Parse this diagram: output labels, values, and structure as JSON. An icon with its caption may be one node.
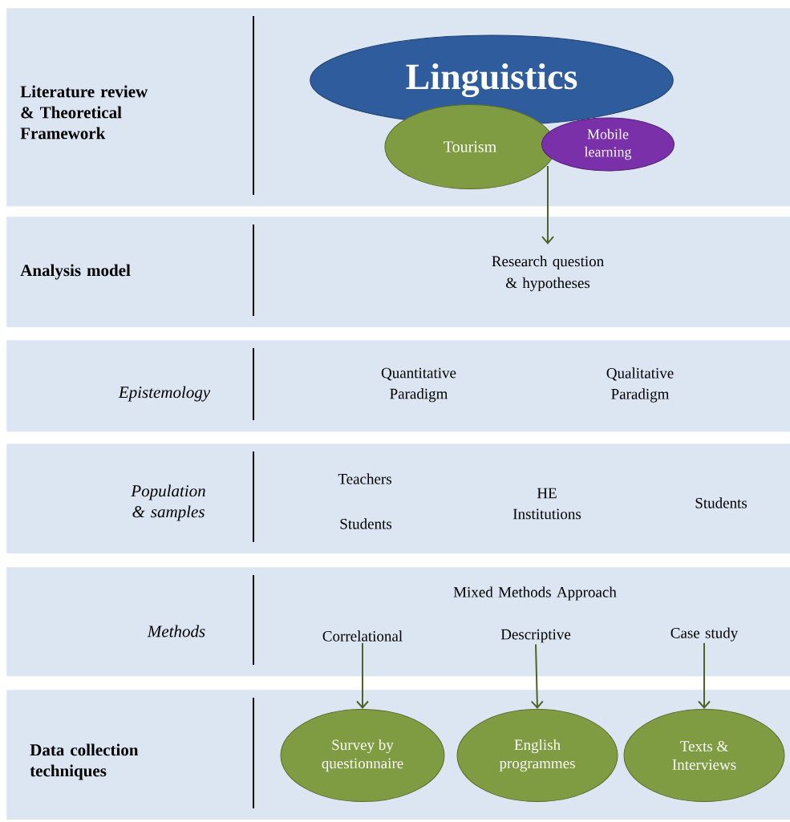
{
  "diagram": {
    "nodes": [
      {
        "text": [
          "Literature review & Theoretical Framework"
        ]
      },
      {
        "text": [
          "Linguistics"
        ],
        "in": 0
      },
      {
        "text": [
          "Tourism"
        ],
        "in": 0
      },
      {
        "text": [
          "Mobile learning"
        ],
        "in": 0
      },
      {
        "text": [
          "Analysis model"
        ]
      },
      {
        "text": [
          "Research question & hypotheses"
        ],
        "in": 4
      },
      {
        "text": [
          "Epistemology"
        ]
      },
      {
        "text": [
          "Population & samples"
        ]
      },
      {
        "text": [
          "Methods"
        ]
      },
      {
        "text": [
          "Correlational"
        ],
        "in": 8
      },
      {
        "text": [
          "Descriptive"
        ],
        "in": 8
      },
      {
        "text": [
          "Case study"
        ],
        "in": 8
      },
      {
        "text": [
          "Data collection techniques"
        ]
      },
      {
        "text": [
          "Survey by questionnaire"
        ],
        "in": 12
      },
      {
        "text": [
          "English programmes"
        ],
        "in": 12
      },
      {
        "text": [
          "Texts & Interviews"
        ],
        "in": 12
      }
    ],
    "edges": [
      {
        "from": 2,
        "to": 5,
        "arrow": "to"
      },
      {
        "from": 9,
        "to": 13,
        "arrow": "to"
      },
      {
        "from": 10,
        "to": 14,
        "arrow": "to"
      },
      {
        "from": 11,
        "to": 15,
        "arrow": "to"
      }
    ],
    "labels": [
      "Quantitative Paradigm",
      "Qualitative Paradigm",
      "Teachers",
      "Students",
      "HE Institutions",
      "Students",
      "Mixed Methods Approach"
    ]
  }
}
